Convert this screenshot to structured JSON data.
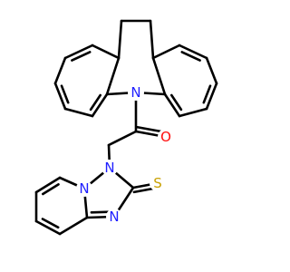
{
  "colors": {
    "bond": "#000000",
    "N": "#1f1fff",
    "O": "#ff0d0d",
    "S": "#c8a000",
    "background": "#ffffff"
  },
  "atoms": {
    "N_azepine": "N",
    "O_carbonyl": "O",
    "N_triazole_1": "N",
    "N_triazole_bridge": "N",
    "N_triazole_4": "N",
    "S_thione": "S"
  }
}
